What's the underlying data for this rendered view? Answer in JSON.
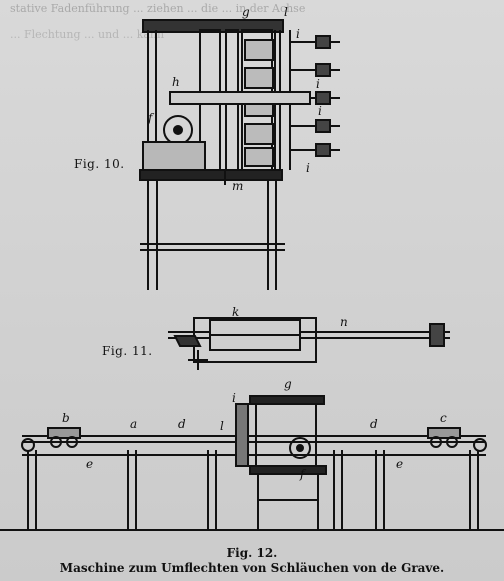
{
  "header": {
    "line1": "stative Fadenführung ... ziehen ... die ... in der Achse",
    "line2": "... Flechtung ... und ... kann"
  },
  "figures": {
    "fig10": {
      "label": "Fig. 10.",
      "parts": [
        "g",
        "l",
        "i",
        "h",
        "i",
        "f",
        "i",
        "i",
        "m"
      ]
    },
    "fig11": {
      "label": "Fig. 11.",
      "parts": [
        "k",
        "n"
      ]
    },
    "fig12": {
      "label": "Fig. 12.",
      "parts": [
        "b",
        "a",
        "d",
        "l",
        "i",
        "g",
        "d",
        "c",
        "e",
        "f",
        "e"
      ]
    }
  },
  "caption": {
    "title": "Fig. 12.",
    "subtitle": "Maschine zum Umflechten von Schläuchen von de Grave."
  }
}
